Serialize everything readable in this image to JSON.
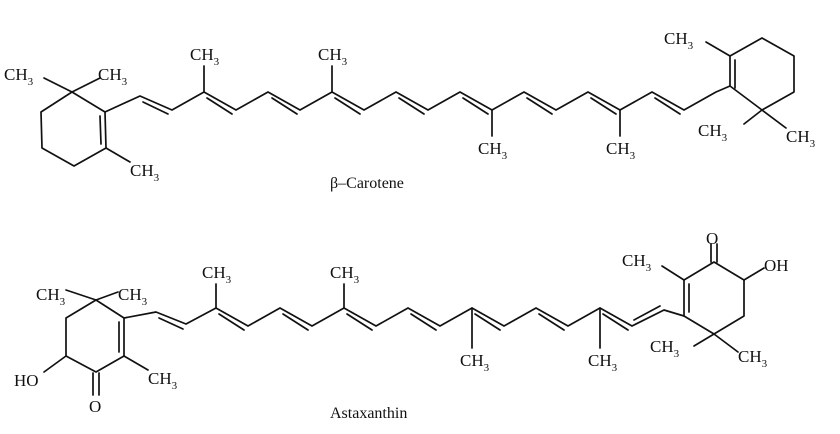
{
  "molecules": [
    {
      "name": "β–Carotene",
      "labels": {
        "ch3": "CH",
        "sub3": "3"
      }
    },
    {
      "name": "Astaxanthin",
      "labels": {
        "ch3": "CH",
        "sub3": "3",
        "oh": "OH",
        "ho": "HO",
        "o": "O"
      }
    }
  ]
}
